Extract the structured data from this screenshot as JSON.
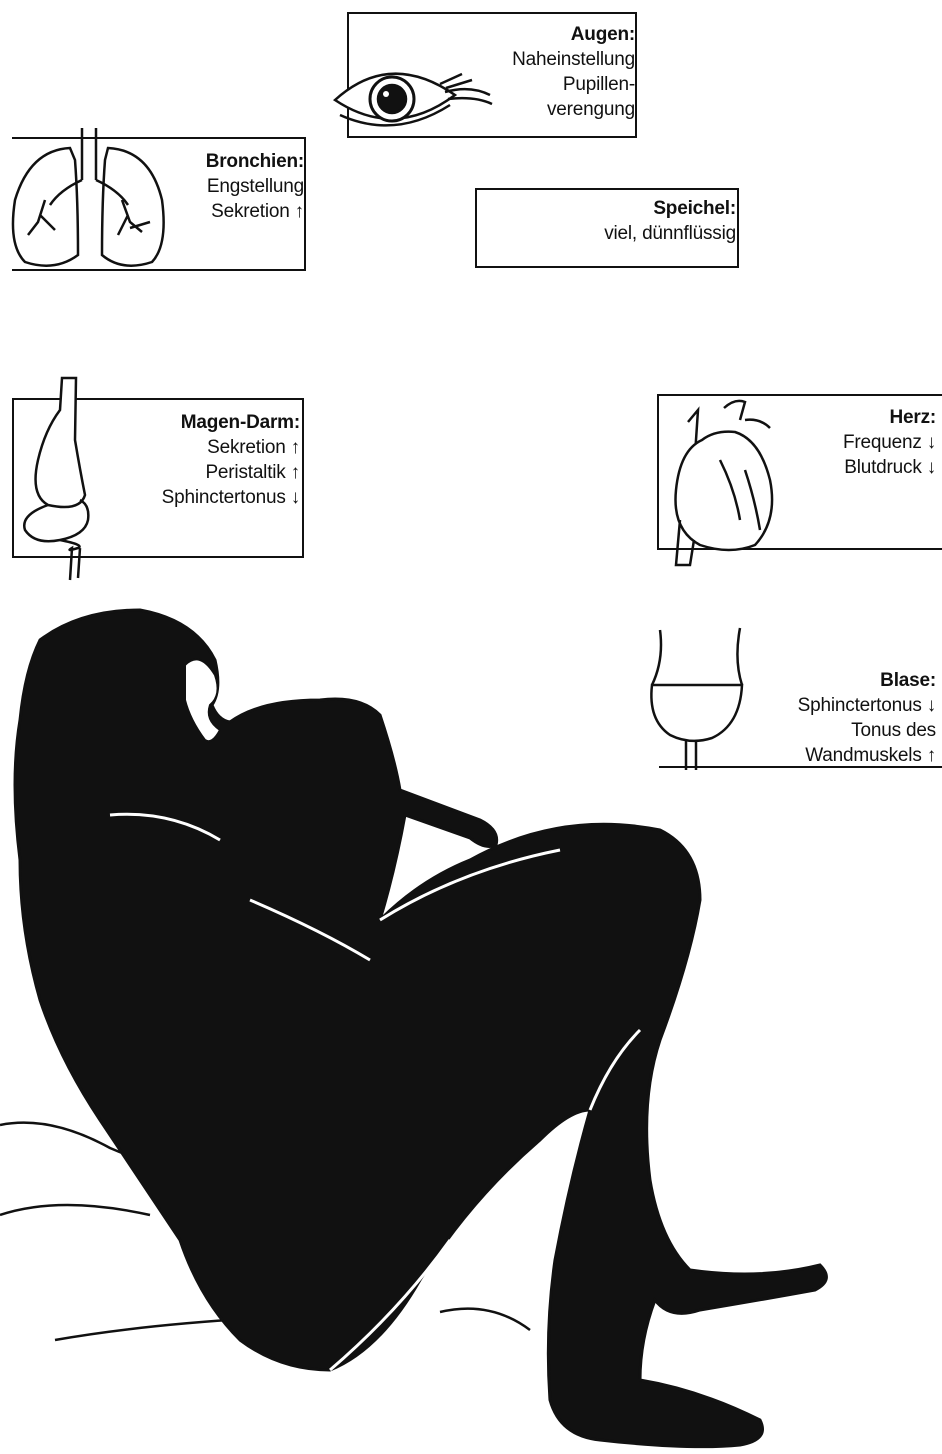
{
  "panels": {
    "augen": {
      "title": "Augen:",
      "lines": [
        "Naheinstellung",
        "Pupillen-",
        "verengung"
      ]
    },
    "bronchien": {
      "title": "Bronchien:",
      "lines": [
        "Engstellung",
        "Sekretion ↑"
      ]
    },
    "speichel": {
      "title": "Speichel:",
      "lines": [
        "viel, dünnflüssig"
      ]
    },
    "magen_darm": {
      "title": "Magen-Darm:",
      "lines": [
        "Sekretion ↑",
        "Peristaltik ↑",
        "Sphinctertonus ↓"
      ]
    },
    "herz": {
      "title": "Herz:",
      "lines": [
        "Frequenz ↓",
        "Blutdruck ↓"
      ]
    },
    "blase": {
      "title": "Blase:",
      "lines": [
        "Sphinctertonus ↓",
        "Tonus des",
        "Wandmuskels ↑"
      ]
    }
  },
  "icons": [
    "eye-icon",
    "lungs-icon",
    "stomach-intestine-icon",
    "heart-icon",
    "bladder-icon"
  ],
  "colors": {
    "ink": "#111111",
    "paper": "#ffffff"
  }
}
